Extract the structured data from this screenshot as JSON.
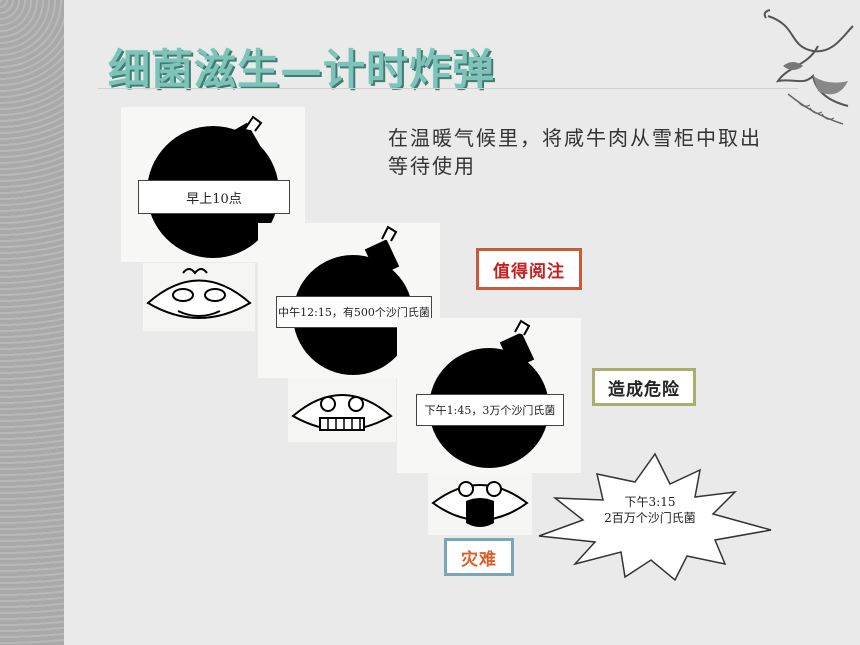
{
  "slide": {
    "title": "细菌滋生—计时炸弹",
    "description": "在温暖气候里，将咸牛肉从雪柜中取出等待使用"
  },
  "timeline": [
    {
      "label": "早上10点"
    },
    {
      "label": "中午12:15，有500个沙门氏菌"
    },
    {
      "label": "下午1:45，3万个沙门氏菌"
    }
  ],
  "tags": {
    "worth_noting": "值得阅注",
    "danger": "造成危险",
    "disaster": "灾难"
  },
  "explosion": {
    "line1": "下午3:15",
    "line2": "2百万个沙门氏菌"
  },
  "colors": {
    "title": "#7fc3b8",
    "sidebar": "#a9a9a9",
    "tag_red": "#c81e1e",
    "tag_orange": "#d9602a"
  }
}
